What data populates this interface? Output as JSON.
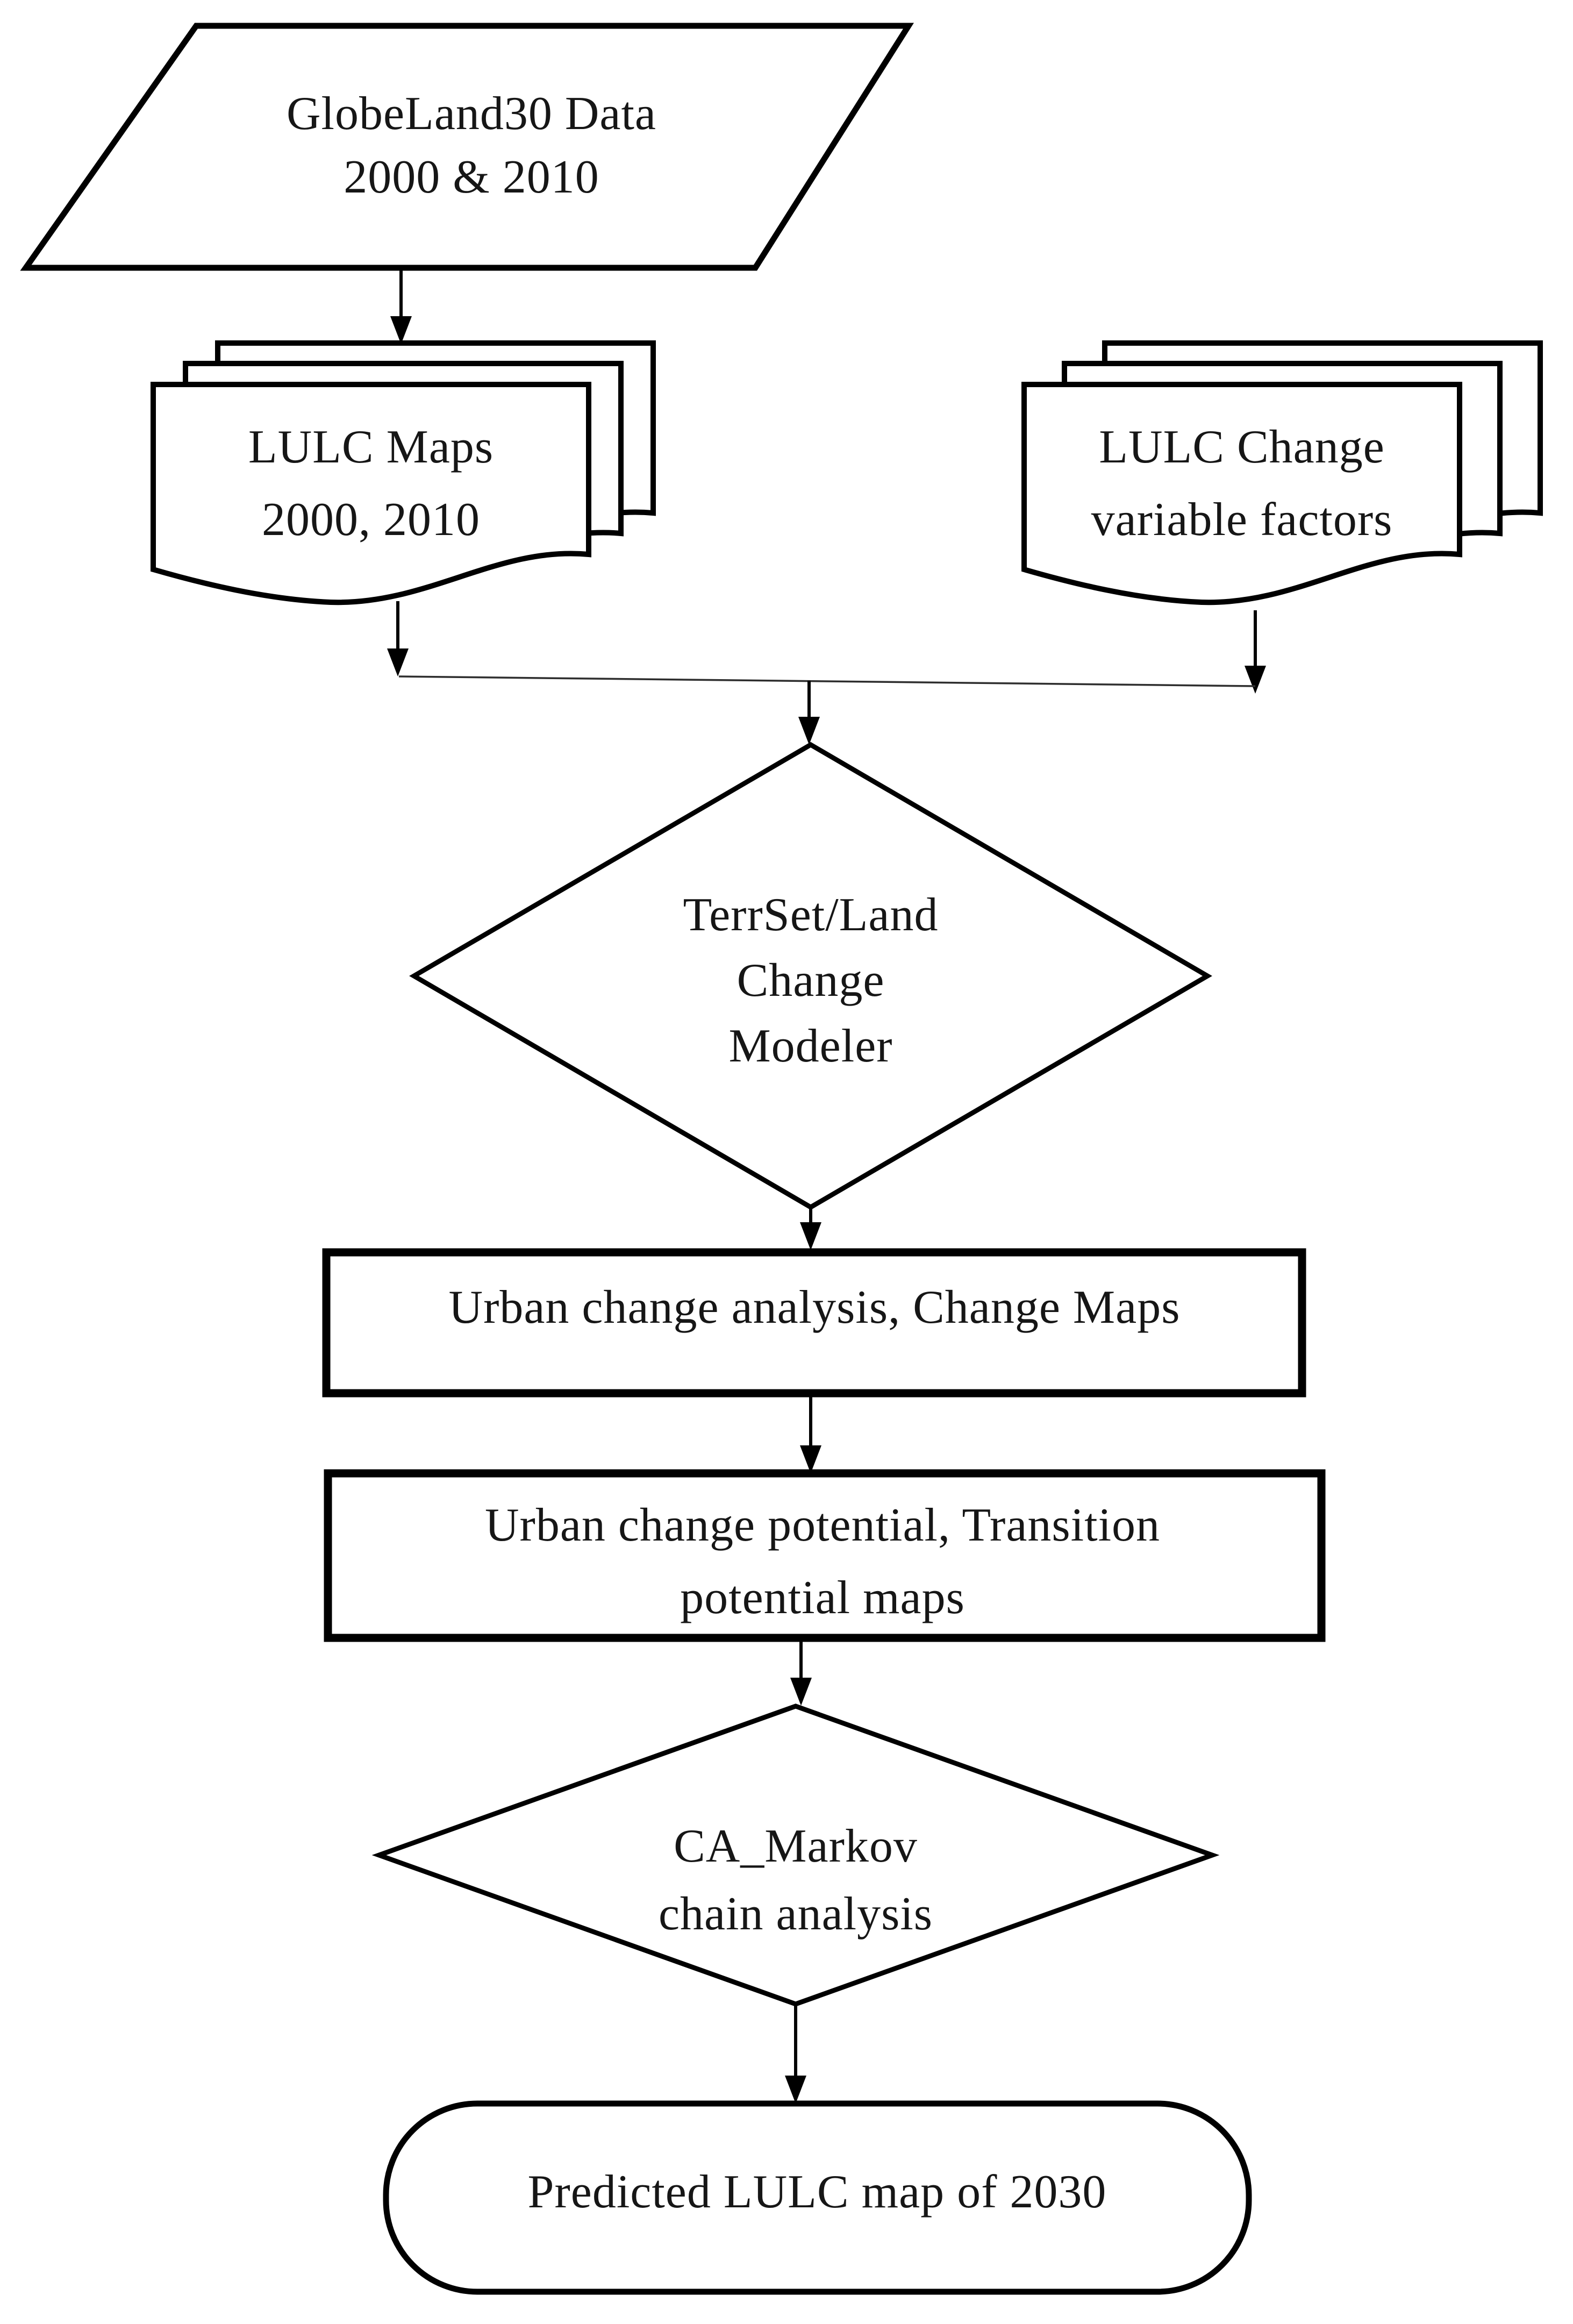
{
  "figure": {
    "type": "flowchart",
    "background": "#ffffff",
    "colors": {
      "stroke": "#000000",
      "fill": "#ffffff",
      "text": "#161616"
    }
  },
  "nodes": {
    "globeland_data": {
      "shape": "parallelogram-input",
      "lines": [
        "GlobeLand30 Data",
        "2000 & 2010"
      ]
    },
    "lulc_maps": {
      "shape": "stacked-documents",
      "lines": [
        "LULC Maps",
        "2000, 2010"
      ]
    },
    "lulc_change_factors": {
      "shape": "stacked-documents",
      "lines": [
        "LULC Change",
        "variable factors"
      ]
    },
    "terrset_land_change_modeler": {
      "shape": "diamond-decision",
      "lines": [
        "TerrSet/Land",
        "Change",
        "Modeler"
      ]
    },
    "urban_change_analysis": {
      "shape": "rectangle-process",
      "lines": [
        "Urban change analysis, Change Maps"
      ]
    },
    "urban_change_potential": {
      "shape": "rectangle-process",
      "lines": [
        "Urban change potential, Transition",
        "potential maps"
      ]
    },
    "ca_markov": {
      "shape": "diamond-decision",
      "lines": [
        "CA_Markov",
        "chain analysis"
      ]
    },
    "predicted_lulc_map": {
      "shape": "rounded-terminator",
      "lines": [
        "Predicted LULC map of 2030"
      ]
    }
  },
  "edges": [
    {
      "from": "globeland_data",
      "to": "lulc_maps"
    },
    {
      "from": "lulc_maps",
      "to": "terrset_land_change_modeler"
    },
    {
      "from": "lulc_change_factors",
      "to": "terrset_land_change_modeler"
    },
    {
      "from": "terrset_land_change_modeler",
      "to": "urban_change_analysis"
    },
    {
      "from": "urban_change_analysis",
      "to": "urban_change_potential"
    },
    {
      "from": "urban_change_potential",
      "to": "ca_markov"
    },
    {
      "from": "ca_markov",
      "to": "predicted_lulc_map"
    }
  ]
}
